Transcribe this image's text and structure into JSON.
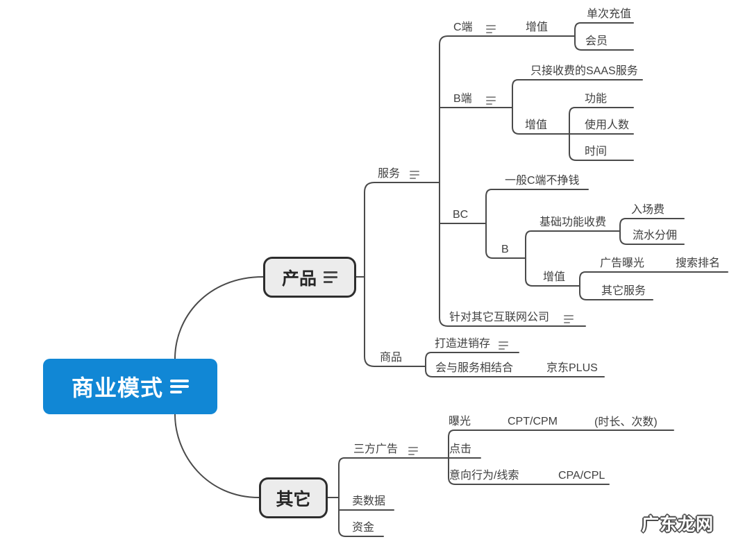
{
  "map": {
    "root": {
      "label": "商业模式"
    },
    "product": {
      "label": "产品",
      "service": {
        "label": "服务",
        "c_side": {
          "label": "C端",
          "value_added": {
            "label": "增值",
            "single_recharge": "单次充值",
            "membership": "会员"
          }
        },
        "b_side": {
          "label": "B端",
          "paid_saas": "只接收费的SAAS服务",
          "value_added": {
            "label": "增值",
            "features": "功能",
            "user_count": "使用人数",
            "time": "时间"
          }
        },
        "bc": {
          "label": "BC",
          "c_no_money": "一般C端不挣钱",
          "b": {
            "label": "B",
            "basic_fee": {
              "label": "基础功能收费",
              "entry_fee": "入场费",
              "commission": "流水分佣"
            },
            "value_added": {
              "label": "增值",
              "ad_exposure": {
                "label": "广告曝光",
                "search_rank": "搜索排名"
              },
              "other_services": "其它服务"
            }
          }
        },
        "other_internet": "针对其它互联网公司"
      },
      "goods": {
        "label": "商品",
        "inventory": "打造进销存",
        "combine": {
          "label": "会与服务相结合",
          "jd_plus": "京东PLUS"
        }
      }
    },
    "other": {
      "label": "其它",
      "third_party_ads": {
        "label": "三方广告",
        "exposure": {
          "label": "曝光",
          "cpt_cpm": {
            "label": "CPT/CPM",
            "duration_times": "(时长、次数)"
          }
        },
        "click": "点击",
        "intent": {
          "label": "意向行为/线索",
          "cpa_cpl": "CPA/CPL"
        }
      },
      "sell_data": "卖数据",
      "funds": "资金"
    }
  },
  "watermark": {
    "text": "广东龙网"
  },
  "colors": {
    "root_bg": "#1187d5",
    "node_bg": "#ececec",
    "node_border": "#2d2d2d",
    "line": "#4a4a4a",
    "text": "#3f3f3f"
  }
}
